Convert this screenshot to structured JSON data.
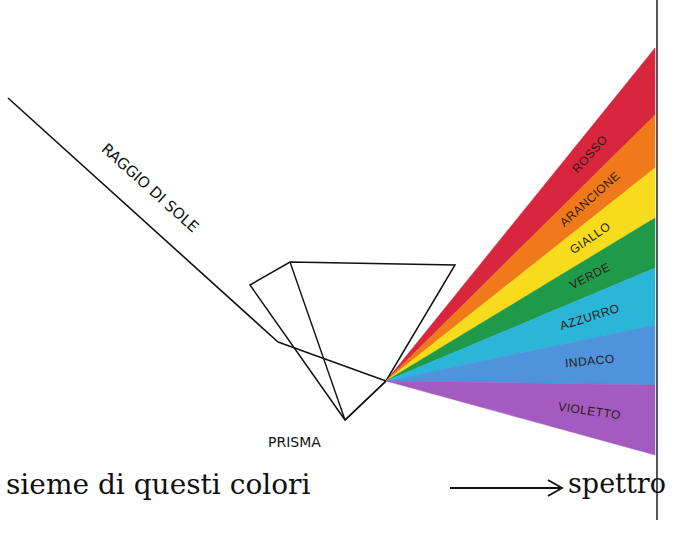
{
  "diagram": {
    "nodes": [
      {
        "text": [
          "ROSSO"
        ]
      },
      {
        "text": [
          "ARANCIONE"
        ]
      },
      {
        "text": [
          "GIALLO"
        ]
      },
      {
        "text": [
          "VERDE"
        ]
      },
      {
        "text": [
          "AZZURRO"
        ]
      },
      {
        "text": [
          "INDACO"
        ]
      },
      {
        "text": [
          "VIOLETTO"
        ]
      }
    ],
    "labels": [
      "RAGGIO DI SOLE",
      "PRISMA",
      "sieme di questi colori",
      "spettro"
    ]
  }
}
